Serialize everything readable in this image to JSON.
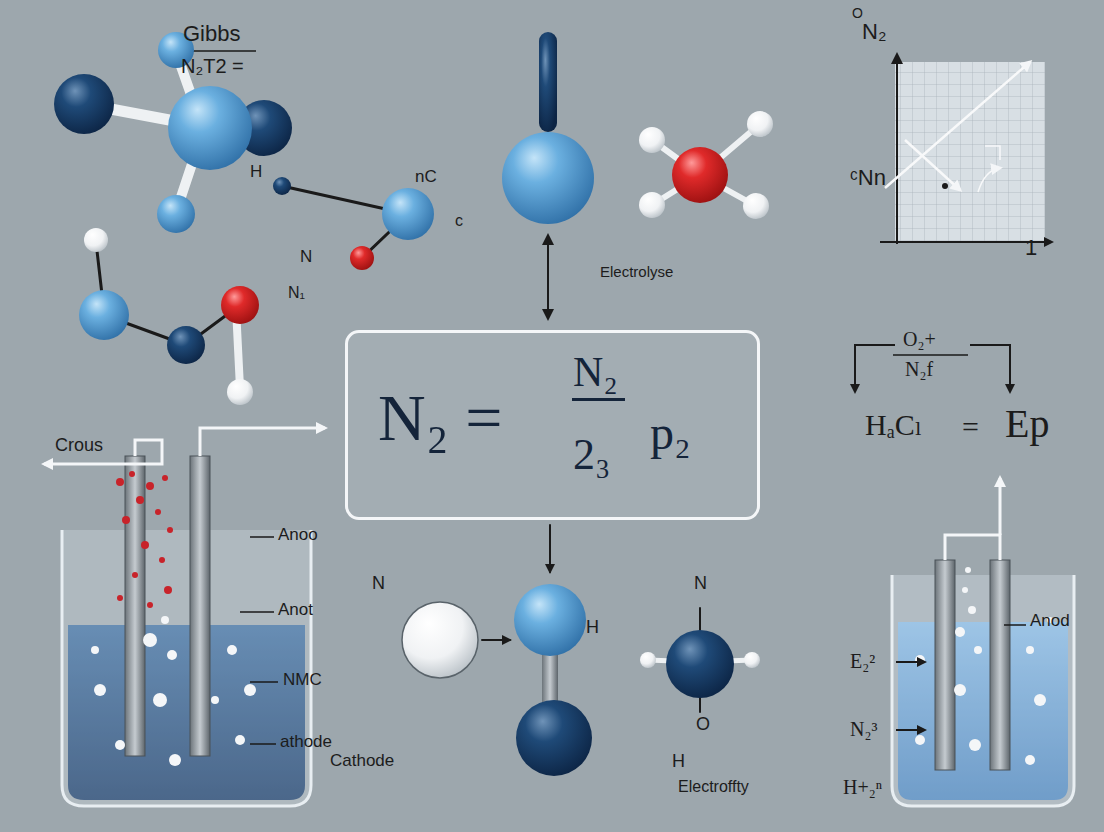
{
  "diagram": {
    "nodes": [
      {
        "text": [
          "N₂ =",
          "N₂",
          "2₃",
          "p₂"
        ]
      }
    ],
    "labels": [
      "Gibbs",
      "N₂T2 =",
      "H",
      "nC",
      "c",
      "N",
      "N₁",
      "Electrolyse",
      "O",
      "N₂",
      "ᶜNn",
      "1",
      "O₂+",
      "N₂f",
      "HₐCₗ",
      "=",
      "Ep",
      "Crous",
      "Anoo",
      "Anot",
      "NMC",
      "athode",
      "N",
      "N",
      "H",
      "Cathode",
      "O",
      "H",
      "Electroffty",
      "Anod",
      "E₂²",
      "N₂³",
      "H+₂ⁿ"
    ]
  }
}
